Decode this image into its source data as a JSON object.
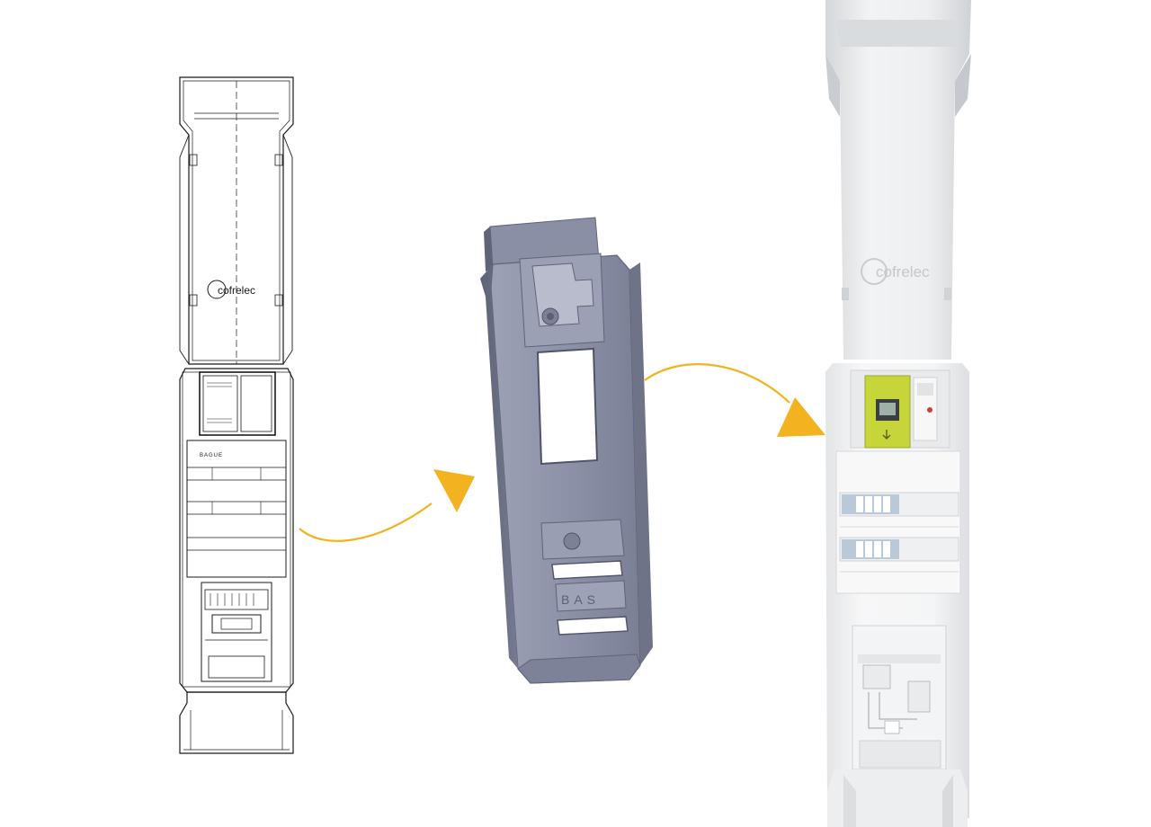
{
  "colors": {
    "arrow": "#f3b220",
    "line_drawing": "#1a1a1a",
    "cad_body": "#8d92a8",
    "cad_dark": "#5f6478",
    "cad_light": "#b4b8ca",
    "photo_white": "#f1f2f3",
    "meter_green": "#c6d63a"
  },
  "panels": {
    "drawing": {
      "logo": "cofrelec",
      "panel_label": "BAGUE"
    },
    "cad_model": {
      "engraved_text": "BAS"
    },
    "photo": {
      "logo": "cofrelec"
    }
  },
  "flow": {
    "steps": [
      "drawing",
      "cad_model",
      "photo"
    ],
    "arrows": 2
  }
}
